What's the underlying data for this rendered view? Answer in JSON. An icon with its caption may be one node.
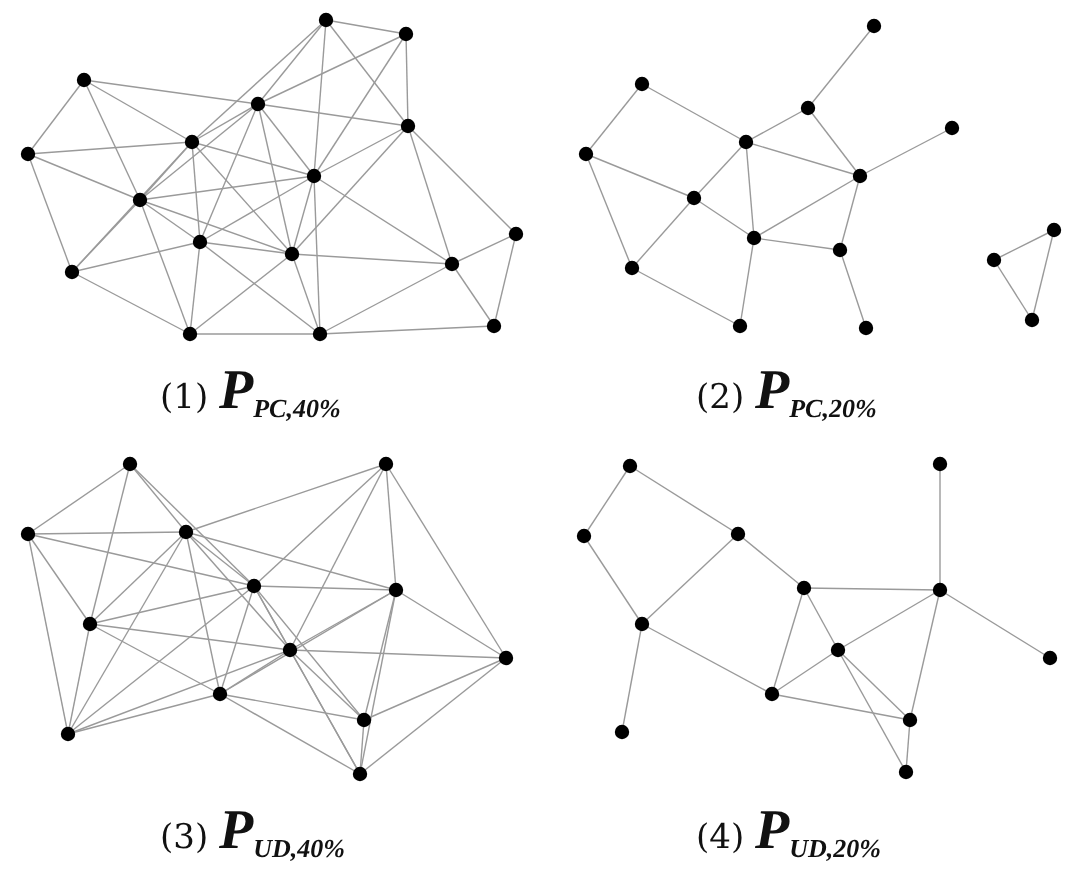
{
  "diagram": {
    "labels": [
      "(1) *P*$_{PC,40%}$",
      "(2) *P*$_{PC,20%}$",
      "(3) *P*$_{UD,40%}$",
      "(4) *P*$_{UD,20%}$"
    ]
  }
}
